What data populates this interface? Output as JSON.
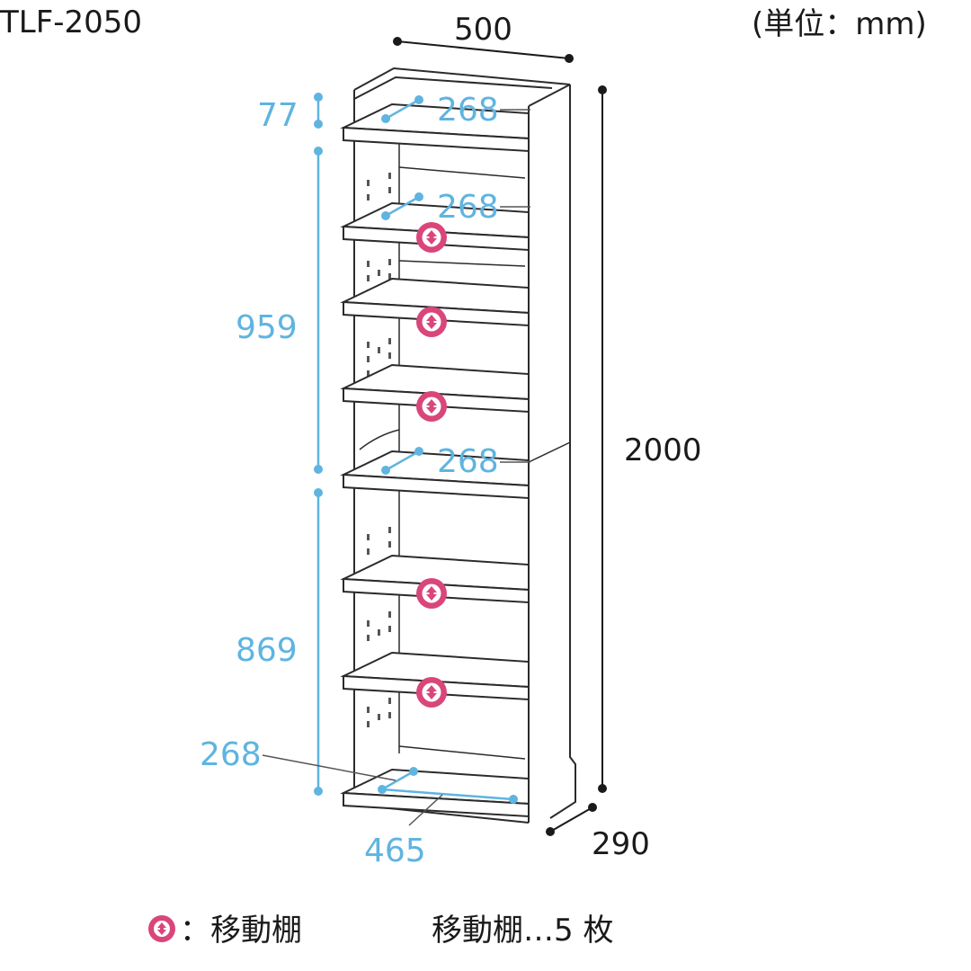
{
  "model": "TLF-2050",
  "unit_note": "(単位：mm)",
  "colors": {
    "line": "#2b2b2b",
    "dim_blue": "#5fb4e0",
    "movable_marker": "#d9467a"
  },
  "dimensions": {
    "width": "500",
    "height": "2000",
    "depth": "290",
    "top_gap": "77",
    "upper_section": "959",
    "lower_section": "869",
    "shelf_depth_labels": [
      "268",
      "268",
      "268",
      "268"
    ],
    "inner_width": "465"
  },
  "legend": {
    "marker_label": "：移動棚",
    "shelf_count": "移動棚…5 枚"
  },
  "icons": {
    "movable_marker": "up-down-arrow-circle-icon"
  }
}
